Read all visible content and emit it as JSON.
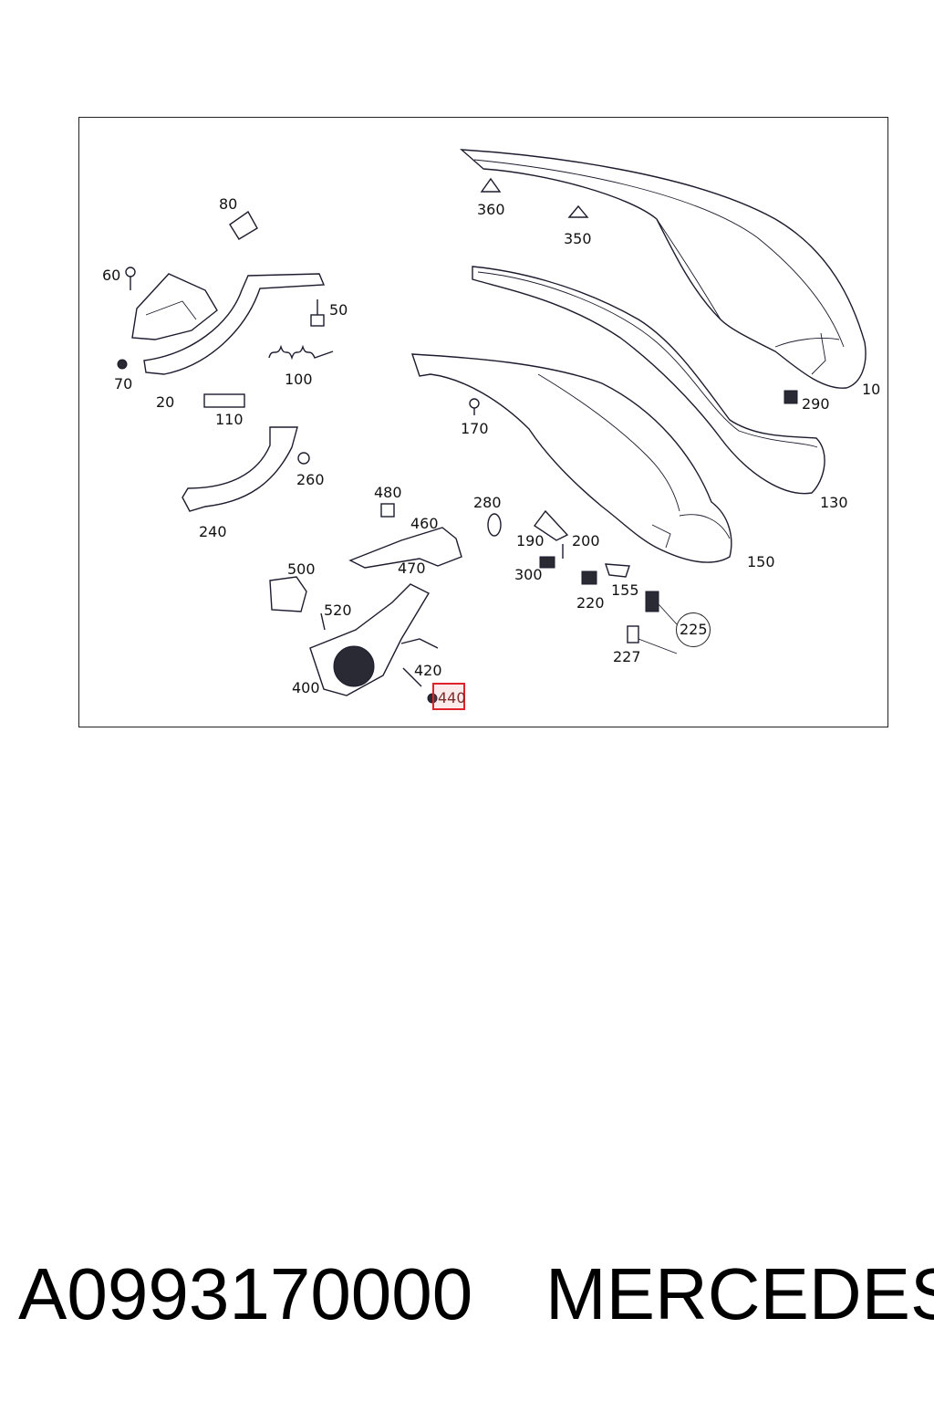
{
  "diagram": {
    "callouts": {
      "c10": "10",
      "c20": "20",
      "c50": "50",
      "c60": "60",
      "c70": "70",
      "c80": "80",
      "c100": "100",
      "c110": "110",
      "c130": "130",
      "c150": "150",
      "c155": "155",
      "c170": "170",
      "c190": "190",
      "c200": "200",
      "c220": "220",
      "c225": "225",
      "c227": "227",
      "c240": "240",
      "c260": "260",
      "c280": "280",
      "c290": "290",
      "c300": "300",
      "c350": "350",
      "c360": "360",
      "c400": "400",
      "c420": "420",
      "c440": "440",
      "c460": "460",
      "c470": "470",
      "c480": "480",
      "c500": "500",
      "c520": "520"
    },
    "highlighted_callout": "440",
    "highlight_color": "#e0232a"
  },
  "caption": {
    "part_number": "A0993170000",
    "brand": "MERCEDES"
  }
}
